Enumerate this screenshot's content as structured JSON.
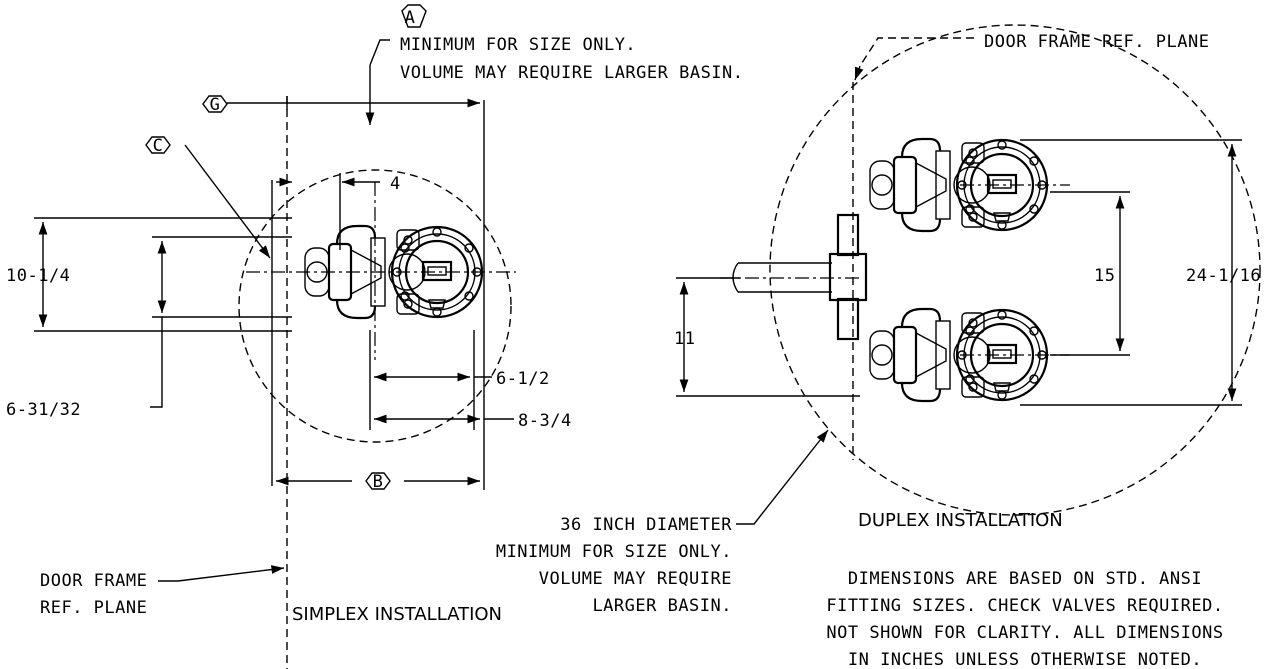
{
  "callouts": {
    "a_letter": "A",
    "a_line1": "MINIMUM FOR SIZE ONLY.",
    "a_line2": "VOLUME MAY REQUIRE LARGER BASIN.",
    "b_letter": "B",
    "c_letter": "C",
    "g_letter": "G"
  },
  "simplex": {
    "title": "SIMPLEX INSTALLATION",
    "dim_4": "4",
    "dim_10_1_4": "10-1/4",
    "dim_6_31_32": "6-31/32",
    "dim_6_1_2": "6-1/2",
    "dim_8_3_4": "8-3/4",
    "door_frame_line1": "DOOR FRAME",
    "door_frame_line2": "REF. PLANE"
  },
  "duplex": {
    "title": "DUPLEX INSTALLATION",
    "door_frame": "DOOR FRAME REF. PLANE",
    "dim_15": "15",
    "dim_24_1_16": "24-1/16",
    "dim_11": "11"
  },
  "diameter_note": {
    "line1": "36 INCH DIAMETER",
    "line2": "MINIMUM FOR SIZE ONLY.",
    "line3": "VOLUME MAY REQUIRE",
    "line4": "LARGER BASIN."
  },
  "general_note": {
    "line1": "DIMENSIONS ARE BASED ON STD. ANSI",
    "line2": "FITTING SIZES. CHECK VALVES REQUIRED.",
    "line3": "NOT SHOWN FOR CLARITY. ALL DIMENSIONS",
    "line4": "IN INCHES UNLESS OTHERWISE NOTED."
  }
}
